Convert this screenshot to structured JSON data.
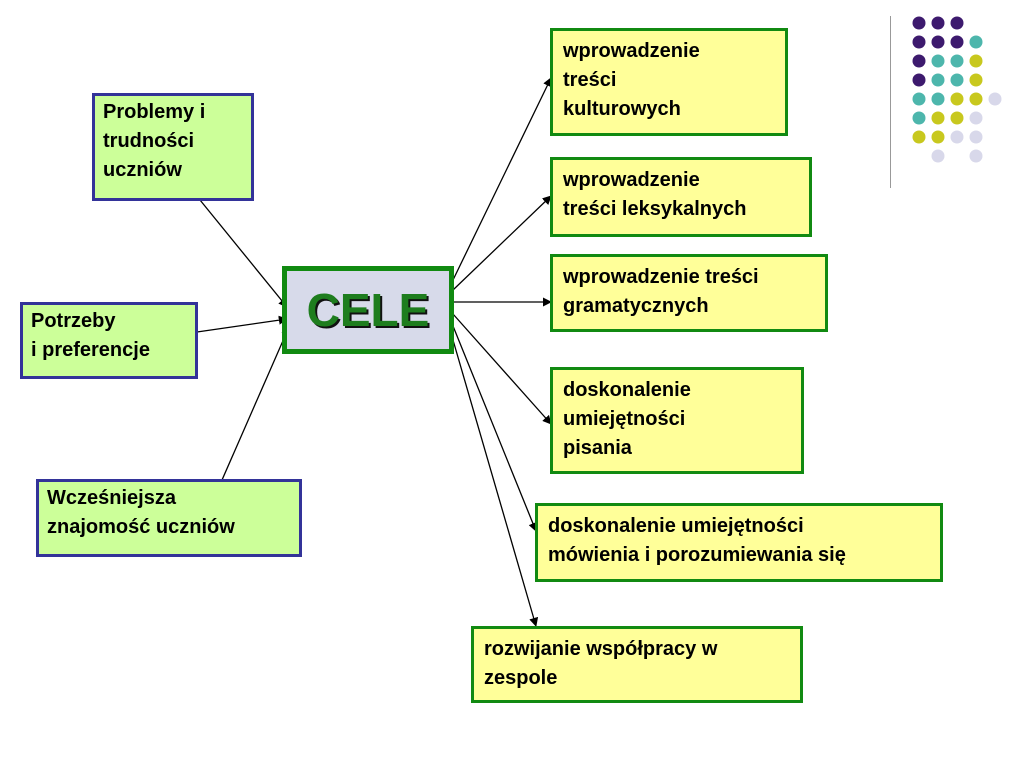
{
  "center_label": "CELE",
  "sources": [
    "Problemy i\ntrudności\nuczniów",
    "Potrzeby\ni preferencje",
    "Wcześniejsza\nznajomość uczniów"
  ],
  "goals": [
    "wprowadzenie\ntreści\nkulturowych",
    "wprowadzenie\ntreści leksykalnych",
    "wprowadzenie treści\ngramatycznych",
    "doskonalenie\numiejętności\npisania",
    "doskonalenie umiejętności\nmówienia i porozumiewania się",
    "rozwijanie współpracy w\nzespole"
  ],
  "colors": {
    "source_fill": "#ccff99",
    "source_border": "#333399",
    "goal_fill": "#ffff99",
    "goal_border": "#118a11",
    "center_fill": "#d7daea",
    "center_border": "#118a11",
    "center_text": "#1e7d1e",
    "dot_purple": "#3d1a6e",
    "dot_teal": "#4db6ac",
    "dot_yellow": "#c8c81e",
    "dot_lavender": "#d8d8ea"
  },
  "decor_dots": [
    [
      "purple",
      "purple",
      "purple",
      ""
    ],
    [
      "purple",
      "purple",
      "purple",
      "teal"
    ],
    [
      "purple",
      "teal",
      "teal",
      "yellow"
    ],
    [
      "purple",
      "teal",
      "teal",
      "yellow"
    ],
    [
      "teal",
      "teal",
      "yellow",
      "yellow",
      "lavender"
    ],
    [
      "teal",
      "yellow",
      "yellow",
      "lavender"
    ],
    [
      "yellow",
      "yellow",
      "lavender",
      "lavender"
    ],
    [
      "",
      "lavender",
      "",
      "lavender"
    ]
  ]
}
